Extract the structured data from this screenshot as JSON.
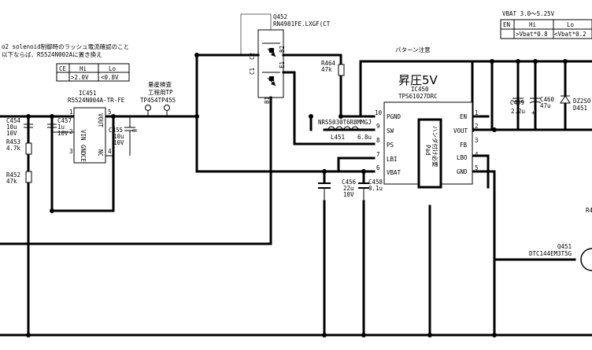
{
  "note_top_left": {
    "line1": "o2 solenoid制御時のラッシュ電流確認のこと",
    "line2": "以下ならば、R5524N002Aに置き換え"
  },
  "ce_table": {
    "headers": [
      "CE",
      "Hi",
      "Lo"
    ],
    "values": [
      "",
      ">2.0V",
      "<0.8V"
    ]
  },
  "vbat_table": {
    "title": "VBAT  3.0〜5.25V",
    "headers": [
      "EN",
      "Hi",
      "Lo"
    ],
    "values": [
      "",
      ">Vbat*0.8",
      "<Vbat*0.2"
    ]
  },
  "pattern_note": "パターン注意",
  "boost_label": "昇圧5V",
  "test_points": {
    "label_top": "量産検査",
    "label_mid": "工程用TP",
    "names": "TP454TP455"
  },
  "ic451": {
    "ref": "IC451",
    "part": "R5524N004A-TR-FE",
    "pins": {
      "vin": "VIN",
      "gnd": "GND",
      "ce": "CE",
      "vout": "VOUT",
      "nc": "NC"
    },
    "pin_nums": {
      "p1": "1",
      "p2": "2",
      "p3": "3",
      "p4": "4",
      "p5": "5"
    }
  },
  "ic450": {
    "ref": "IC450",
    "part": "TPS61027DRC",
    "left_pins": [
      "PGND",
      "SW",
      "PS",
      "LBI",
      "VBAT"
    ],
    "left_nums": [
      "10",
      "9",
      "8",
      "7",
      "6"
    ],
    "right_pins": [
      "EN",
      "VOUT",
      "FB",
      "LBO",
      "GND"
    ],
    "right_nums": [
      "1",
      "2",
      "3",
      "4",
      "5"
    ],
    "pad_text": "Pad",
    "pad_note": "ハンダ付け必要"
  },
  "q452": {
    "ref": "Q452",
    "part": "RN4981FE.LXGF(CT",
    "pins": [
      "C2",
      "B2",
      "E1",
      "C1",
      "B1"
    ]
  },
  "q451": {
    "ref": "Q451",
    "part": "DTC144EM3T5G"
  },
  "inductor": {
    "ref": "L451",
    "value": "6.8u",
    "part": "NRS5030T6R8MMGJ"
  },
  "components": {
    "c454": {
      "ref": "C454",
      "v1": "10u",
      "v2": "10V"
    },
    "c457": {
      "ref": "C457",
      "v1": "1u",
      "v2": "10V"
    },
    "c455": {
      "ref": "C455",
      "v1": "10u",
      "v2": "10V"
    },
    "r453": {
      "ref": "R453",
      "v": "4.7k"
    },
    "r452": {
      "ref": "R452",
      "v": "47k"
    },
    "r464": {
      "ref": "R464",
      "v": "47k"
    },
    "c456": {
      "ref": "C456",
      "v1": "22u",
      "v2": "10V"
    },
    "c458": {
      "ref": "C458",
      "v1": "0.1u"
    },
    "c459": {
      "ref": "C459",
      "v1": "2.2u"
    },
    "c460": {
      "ref": "C460",
      "v1": "47u"
    },
    "d451": {
      "ref": "D451",
      "part": "DZ2SO"
    },
    "r_right": {
      "ref": "R4"
    }
  },
  "marks": {
    "plus": "+",
    "small": "CR"
  }
}
